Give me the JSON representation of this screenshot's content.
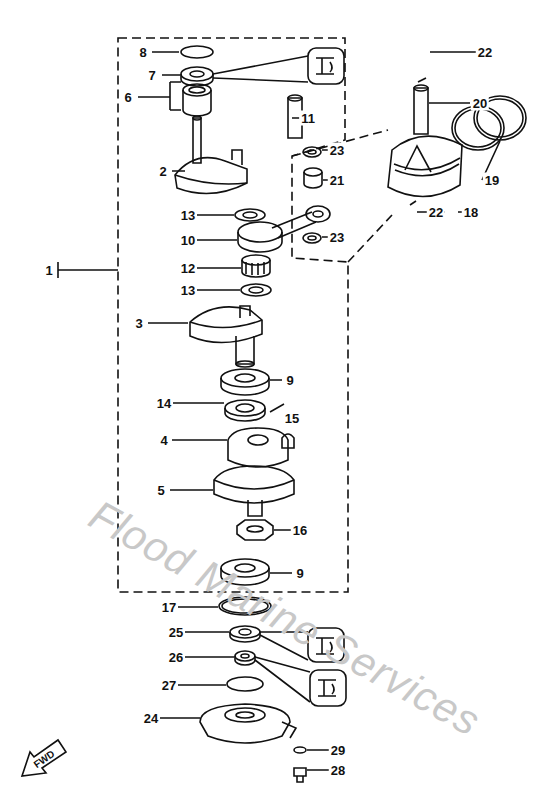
{
  "diagram": {
    "labels": [
      "8",
      "7",
      "6",
      "11",
      "2",
      "13",
      "10",
      "12",
      "13",
      "3",
      "9",
      "14",
      "15",
      "4",
      "5",
      "16",
      "9",
      "17",
      "25",
      "26",
      "27",
      "24",
      "29",
      "28",
      "22",
      "20",
      "19",
      "23",
      "21",
      "18",
      "22",
      "23",
      "1",
      "FWD",
      "Flood Marine Services"
    ]
  }
}
